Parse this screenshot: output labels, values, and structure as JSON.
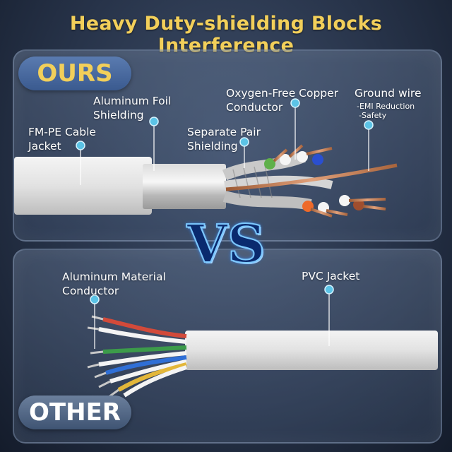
{
  "title": "Heavy Duty-shielding Blocks Interference",
  "top_panel": {
    "badge": "OURS",
    "labels": {
      "foil_line1": "Aluminum Foil",
      "foil_line2": "Shielding",
      "copper_line1": "Oxygen-Free Copper",
      "copper_line2": "Conductor",
      "ground_line1": "Ground wire",
      "ground_sub1": "-EMI Reduction",
      "ground_sub2": "-Safety",
      "jacket_line1": "FM-PE Cable",
      "jacket_line2": "Jacket",
      "pair_line1": "Separate Pair",
      "pair_line2": "Shielding"
    }
  },
  "vs_text": "VS",
  "bottom_panel": {
    "badge": "OTHER",
    "labels": {
      "alu_line1": "Aluminum Material",
      "alu_line2": "Conductor",
      "pvc": "PVC Jacket"
    }
  },
  "colors": {
    "title": "#f2cf5a",
    "callout_dot": "#5bc3e6",
    "cable_jacket": "#e9e9e9",
    "copper": "#c97a4a"
  }
}
